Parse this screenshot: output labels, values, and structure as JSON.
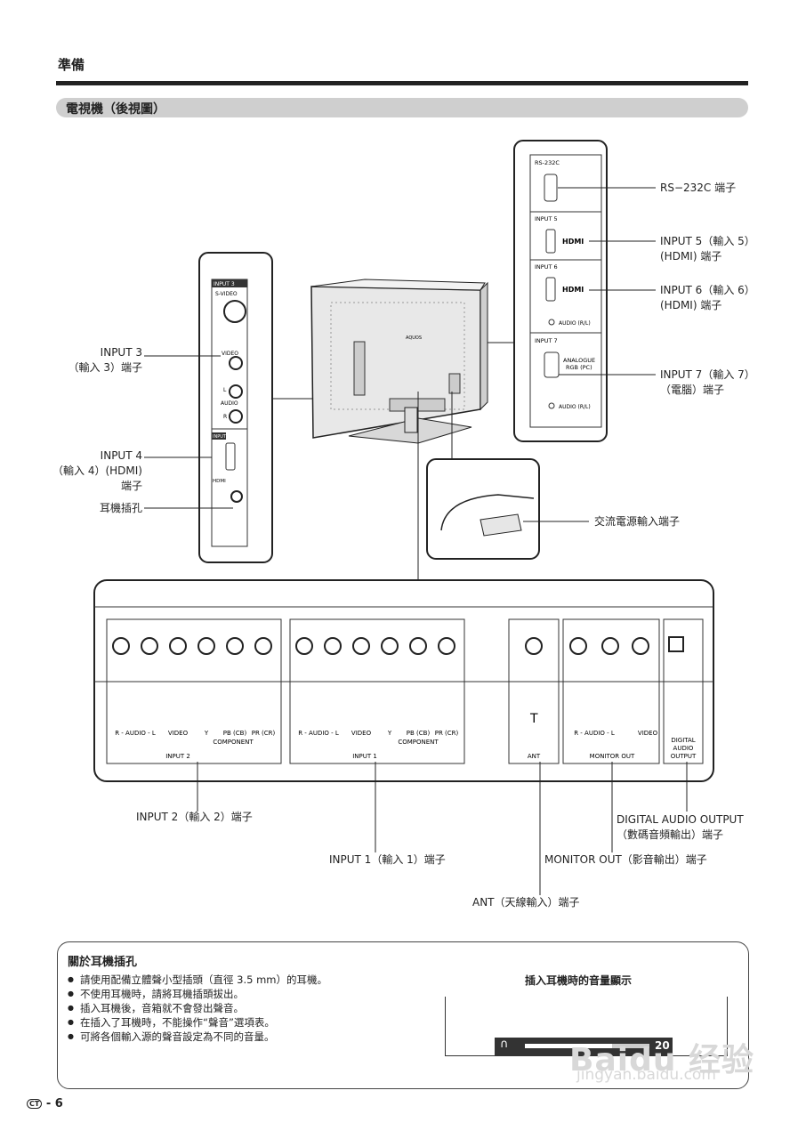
{
  "section_title": "準備",
  "subtitle": "電視機（後視圖）",
  "labels": {
    "rs232c": "RS−232C 端子",
    "input5_a": "INPUT 5（輸入 5）",
    "input5_b": "(HDMI) 端子",
    "input6_a": "INPUT 6（輸入 6）",
    "input6_b": "(HDMI) 端子",
    "input7_a": "INPUT 7（輸入 7）",
    "input7_b": "（電腦）端子",
    "input3_a": "INPUT 3",
    "input3_b": "（輸入 3）端子",
    "input4_a": "INPUT 4",
    "input4_b": "（輸入 4）(HDMI)",
    "input4_c": "端子",
    "headphone": "耳機插孔",
    "ac_power": "交流電源輸入端子",
    "input2": "INPUT 2（輸入 2）端子",
    "input1": "INPUT 1（輸入 1）端子",
    "digital_a": "DIGITAL AUDIO OUTPUT",
    "digital_b": "（數碼音頻輸出）端子",
    "monitor_out": "MONITOR OUT（影音輸出）端子",
    "ant": "ANT（天線輸入）端子"
  },
  "panel_text": {
    "rs232c": "RS-232C",
    "input5": "INPUT 5",
    "input6": "INPUT 6",
    "input7": "INPUT 7",
    "hdmi": "HDMI",
    "audio_rl": "AUDIO (R/L)",
    "analogue": "ANALOGUE",
    "rgb_pc": "RGB (PC)",
    "input3": "INPUT 3",
    "svideo": "S-VIDEO",
    "video": "VIDEO",
    "l": "L",
    "audio": "AUDIO",
    "r": "R",
    "input4": "INPUT 4",
    "hdmi_small": "HDMI",
    "aquos": "AQUOS"
  },
  "bottom_panel": {
    "r_audio_l": "R - AUDIO - L",
    "video": "VIDEO",
    "y": "Y",
    "pb": "PB (CB)",
    "pr": "PR (CR)",
    "component": "COMPONENT",
    "input2": "INPUT 2",
    "input1": "INPUT 1",
    "ant": "ANT",
    "monitor_out": "MONITOR OUT",
    "digital_1": "DIGITAL",
    "digital_2": "AUDIO",
    "digital_3": "OUTPUT"
  },
  "notes": {
    "title": "關於耳機插孔",
    "items": [
      "請使用配備立體聲小型插頭（直徑 3.5 mm）的耳機。",
      "不使用耳機時，請將耳機插頭拔出。",
      "插入耳機後，音箱就不會發出聲音。",
      "在插入了耳機時，不能操作“聲音”選項表。",
      "可將各個輸入源的聲音設定為不同的音量。"
    ],
    "volume_title": "插入耳機時的音量顯示",
    "volume_value": "20",
    "volume_level": 0.7
  },
  "page_number": "6",
  "watermark": "Baidu 经验",
  "watermark_url": "jingyan.baidu.com"
}
